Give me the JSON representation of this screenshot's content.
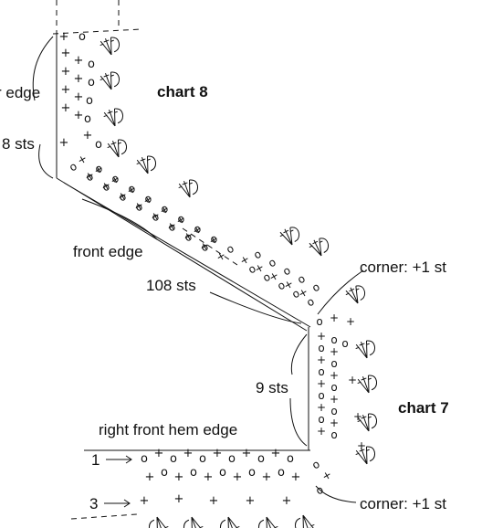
{
  "labels": {
    "edge_partial": "r edge",
    "chart8": "chart 8",
    "sts8": "8 sts",
    "front_edge": "front edge",
    "sts108": "108 sts",
    "corner_top": "corner: +1 st",
    "sts9": "9 sts",
    "chart7": "chart 7",
    "hem_edge": "right front hem edge",
    "row1": "1",
    "row3": "3",
    "corner_bottom": "corner: +1 st"
  },
  "symbols": {
    "sc": "+",
    "ch": "o"
  }
}
